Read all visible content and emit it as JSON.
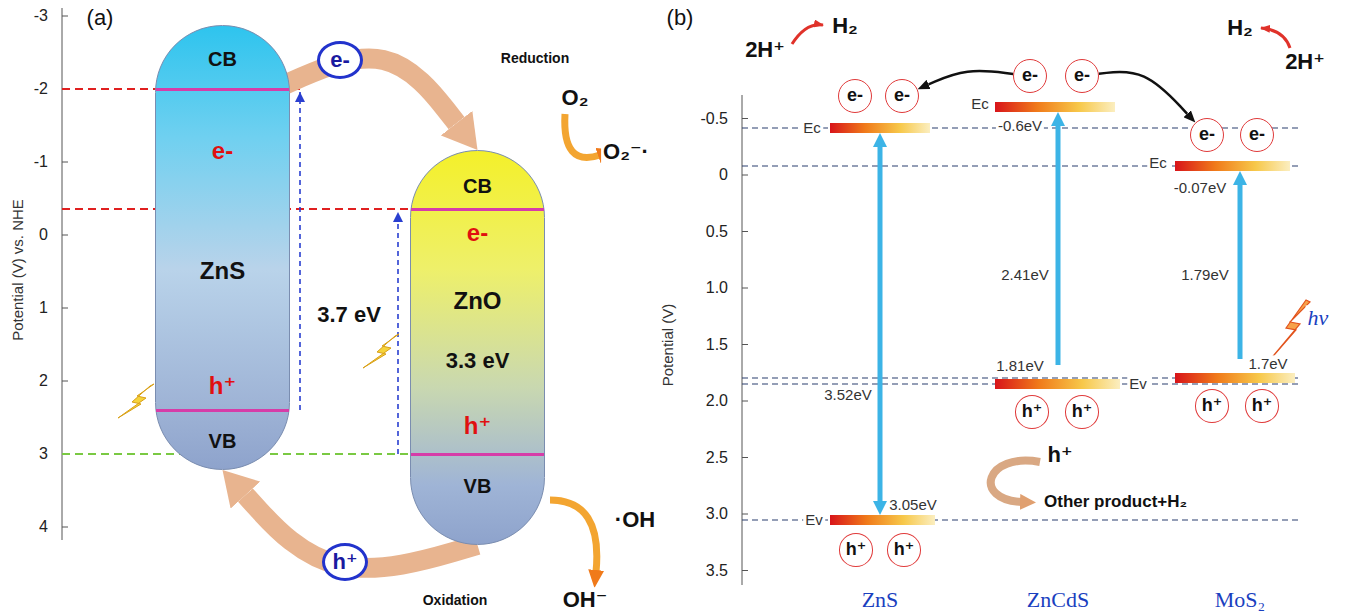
{
  "diagram": {
    "nodes": [
      {
        "text": [
          "CB",
          "e-",
          "ZnS",
          "h⁺",
          "VB"
        ]
      },
      {
        "text": [
          "CB",
          "e-",
          "ZnO",
          "3.3 eV",
          "h⁺",
          "VB"
        ]
      },
      {
        "text": [
          "e-"
        ]
      },
      {
        "text": [
          "h⁺"
        ]
      },
      {
        "text": [
          "e-"
        ]
      },
      {
        "text": [
          "e-"
        ]
      },
      {
        "text": [
          "e-"
        ]
      },
      {
        "text": [
          "e-"
        ]
      },
      {
        "text": [
          "e-"
        ]
      },
      {
        "text": [
          "e-"
        ]
      },
      {
        "text": [
          "h⁺"
        ]
      },
      {
        "text": [
          "h⁺"
        ]
      },
      {
        "text": [
          "h⁺"
        ]
      },
      {
        "text": [
          "h⁺"
        ]
      },
      {
        "text": [
          "h⁺"
        ]
      },
      {
        "text": [
          "h⁺"
        ]
      }
    ],
    "edges": [
      {
        "from": 0,
        "to": 1,
        "arrow": "to"
      },
      {
        "from": 1,
        "to": 0,
        "arrow": "to"
      },
      {
        "from": 6,
        "to": 5,
        "arrow": "to"
      },
      {
        "from": 7,
        "to": 8,
        "arrow": "to"
      }
    ],
    "labels": [
      "(a)",
      "Potential (V) vs. NHE",
      "-3",
      "-2",
      "-1",
      "0",
      "1",
      "2",
      "3",
      "4",
      "3.7 eV",
      "Reduction",
      "O₂",
      "O₂⁻·",
      "Oxidation",
      "·OH",
      "OH⁻",
      "(b)",
      "Potential (V)",
      "-0.5",
      "0",
      "0.5",
      "1.0",
      "1.5",
      "2.0",
      "2.5",
      "3.0",
      "3.5",
      "2H⁺",
      "H₂",
      "H₂",
      "2H⁺",
      "Ec",
      "Ec",
      "-0.6eV",
      "Ec",
      "-0.07eV",
      "3.52eV",
      "2.41eV",
      "1.79eV",
      "hv",
      "1.81eV",
      "1.7eV",
      "Ev",
      "Ev",
      "3.05eV",
      "h⁺",
      "Other product+H₂",
      "ZnS",
      "ZnCdS",
      "MoS₂"
    ]
  }
}
